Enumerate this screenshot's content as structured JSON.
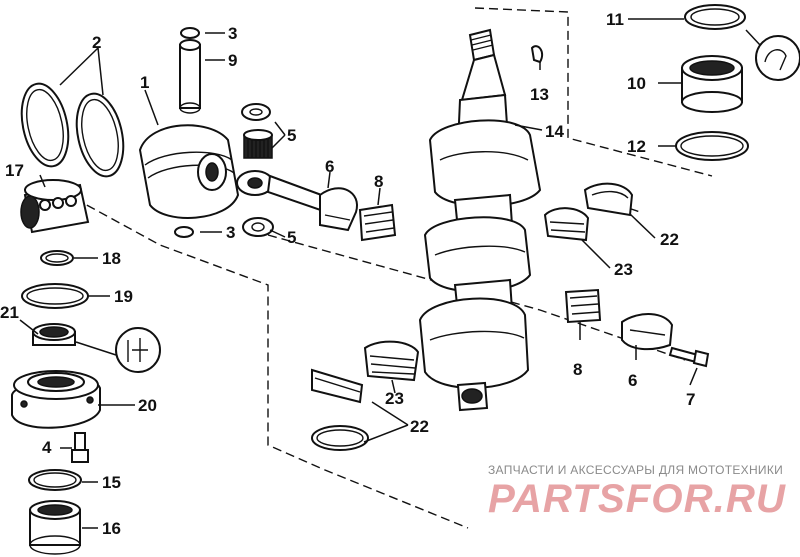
{
  "diagram": {
    "callouts": {
      "c1": "1",
      "c2": "2",
      "c3a": "3",
      "c3b": "3",
      "c4": "4",
      "c5a": "5",
      "c5b": "5",
      "c6a": "6",
      "c6b": "6",
      "c7": "7",
      "c8a": "8",
      "c8b": "8",
      "c9": "9",
      "c10": "10",
      "c11": "11",
      "c12": "12",
      "c13": "13",
      "c14": "14",
      "c15": "15",
      "c16": "16",
      "c17": "17",
      "c18": "18",
      "c19": "19",
      "c20": "20",
      "c21": "21",
      "c22a": "22",
      "c22b": "22",
      "c23a": "23",
      "c23b": "23"
    }
  },
  "watermark": {
    "tagline": "ЗАПЧАСТИ И АКСЕССУАРЫ ДЛЯ МОТОТЕХНИКИ",
    "logo": "PARTSFOR.RU",
    "logo_color": "#e7a3a5"
  }
}
